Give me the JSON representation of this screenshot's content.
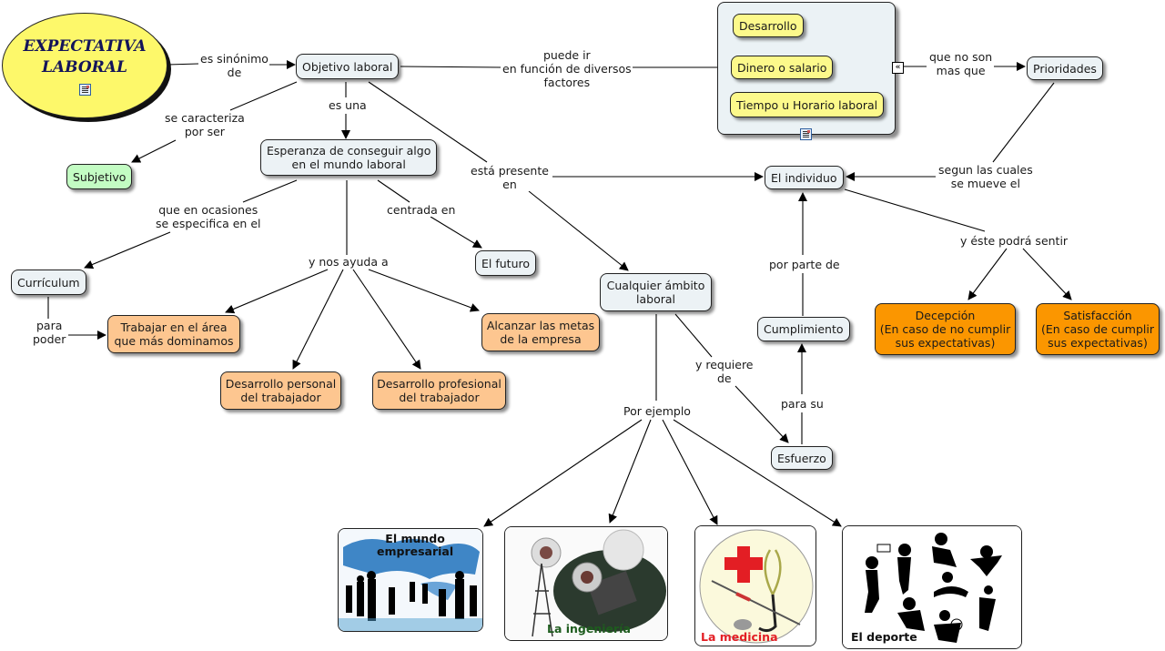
{
  "map": {
    "main_concept": {
      "line1": "EXPECTATIVA",
      "line2": "LABORAL",
      "icon": "document-icon"
    },
    "concepts": {
      "objetivo": "Objetivo laboral",
      "subjetivo": "Subjetivo",
      "esperanza_l1": "Esperanza de conseguir algo",
      "esperanza_l2": "en el mundo laboral",
      "curriculum": "Currículum",
      "futuro": "El futuro",
      "trabajar_l1": "Trabajar en el área",
      "trabajar_l2": "que más dominamos",
      "alcanzar_l1": "Alcanzar las metas",
      "alcanzar_l2": "de la empresa",
      "personal_l1": "Desarrollo personal",
      "personal_l2": "del trabajador",
      "profesional_l1": "Desarrollo profesional",
      "profesional_l2": "del trabajador",
      "ambito_l1": "Cualquier ámbito",
      "ambito_l2": "laboral",
      "individuo": "El individuo",
      "prioridades": "Prioridades",
      "cumplimiento": "Cumplimiento",
      "esfuerzo": "Esfuerzo",
      "decepcion_l1": "Decepción",
      "decepcion_l2": "(En caso de no cumplir",
      "decepcion_l3": "sus expectativas)",
      "satisfaccion_l1": "Satisfacción",
      "satisfaccion_l2": "(En caso de cumplir",
      "satisfaccion_l3": "sus expectativas)"
    },
    "factors": {
      "items": [
        "Desarrollo",
        "Dinero o salario",
        "Tiempo u Horario laboral"
      ],
      "collapse_icon": "«",
      "icon": "document-icon"
    },
    "links": {
      "sinonimo_l1": "es sinónimo",
      "sinonimo_l2": "de",
      "caracteriza_l1": "se caracteriza",
      "caracteriza_l2": "por ser",
      "es_una": "es una",
      "puede_l1": "puede ir",
      "puede_l2": "en función de diversos",
      "puede_l3": "factores",
      "no_son_l1": "que no son",
      "no_son_l2": "mas que",
      "segun_l1": "segun las cuales",
      "segun_l2": "se mueve el",
      "presente_l1": "está presente",
      "presente_l2": "en",
      "ocasiones_l1": "que en ocasiones",
      "ocasiones_l2": "se especifica en el",
      "centrada": "centrada en",
      "ayuda": "y nos ayuda a",
      "para_poder_l1": "para",
      "para_poder_l2": "poder",
      "podra_sentir": "y éste podrá sentir",
      "por_parte": "por parte de",
      "requiere_l1": "y requiere",
      "requiere_l2": "de",
      "para_su": "para su",
      "ejemplo": "Por ejemplo"
    },
    "examples": [
      {
        "caption_l1": "El mundo",
        "caption_l2": "empresarial"
      },
      {
        "caption": "La ingeniería"
      },
      {
        "caption": "La medicina"
      },
      {
        "caption": "El deporte"
      }
    ]
  }
}
